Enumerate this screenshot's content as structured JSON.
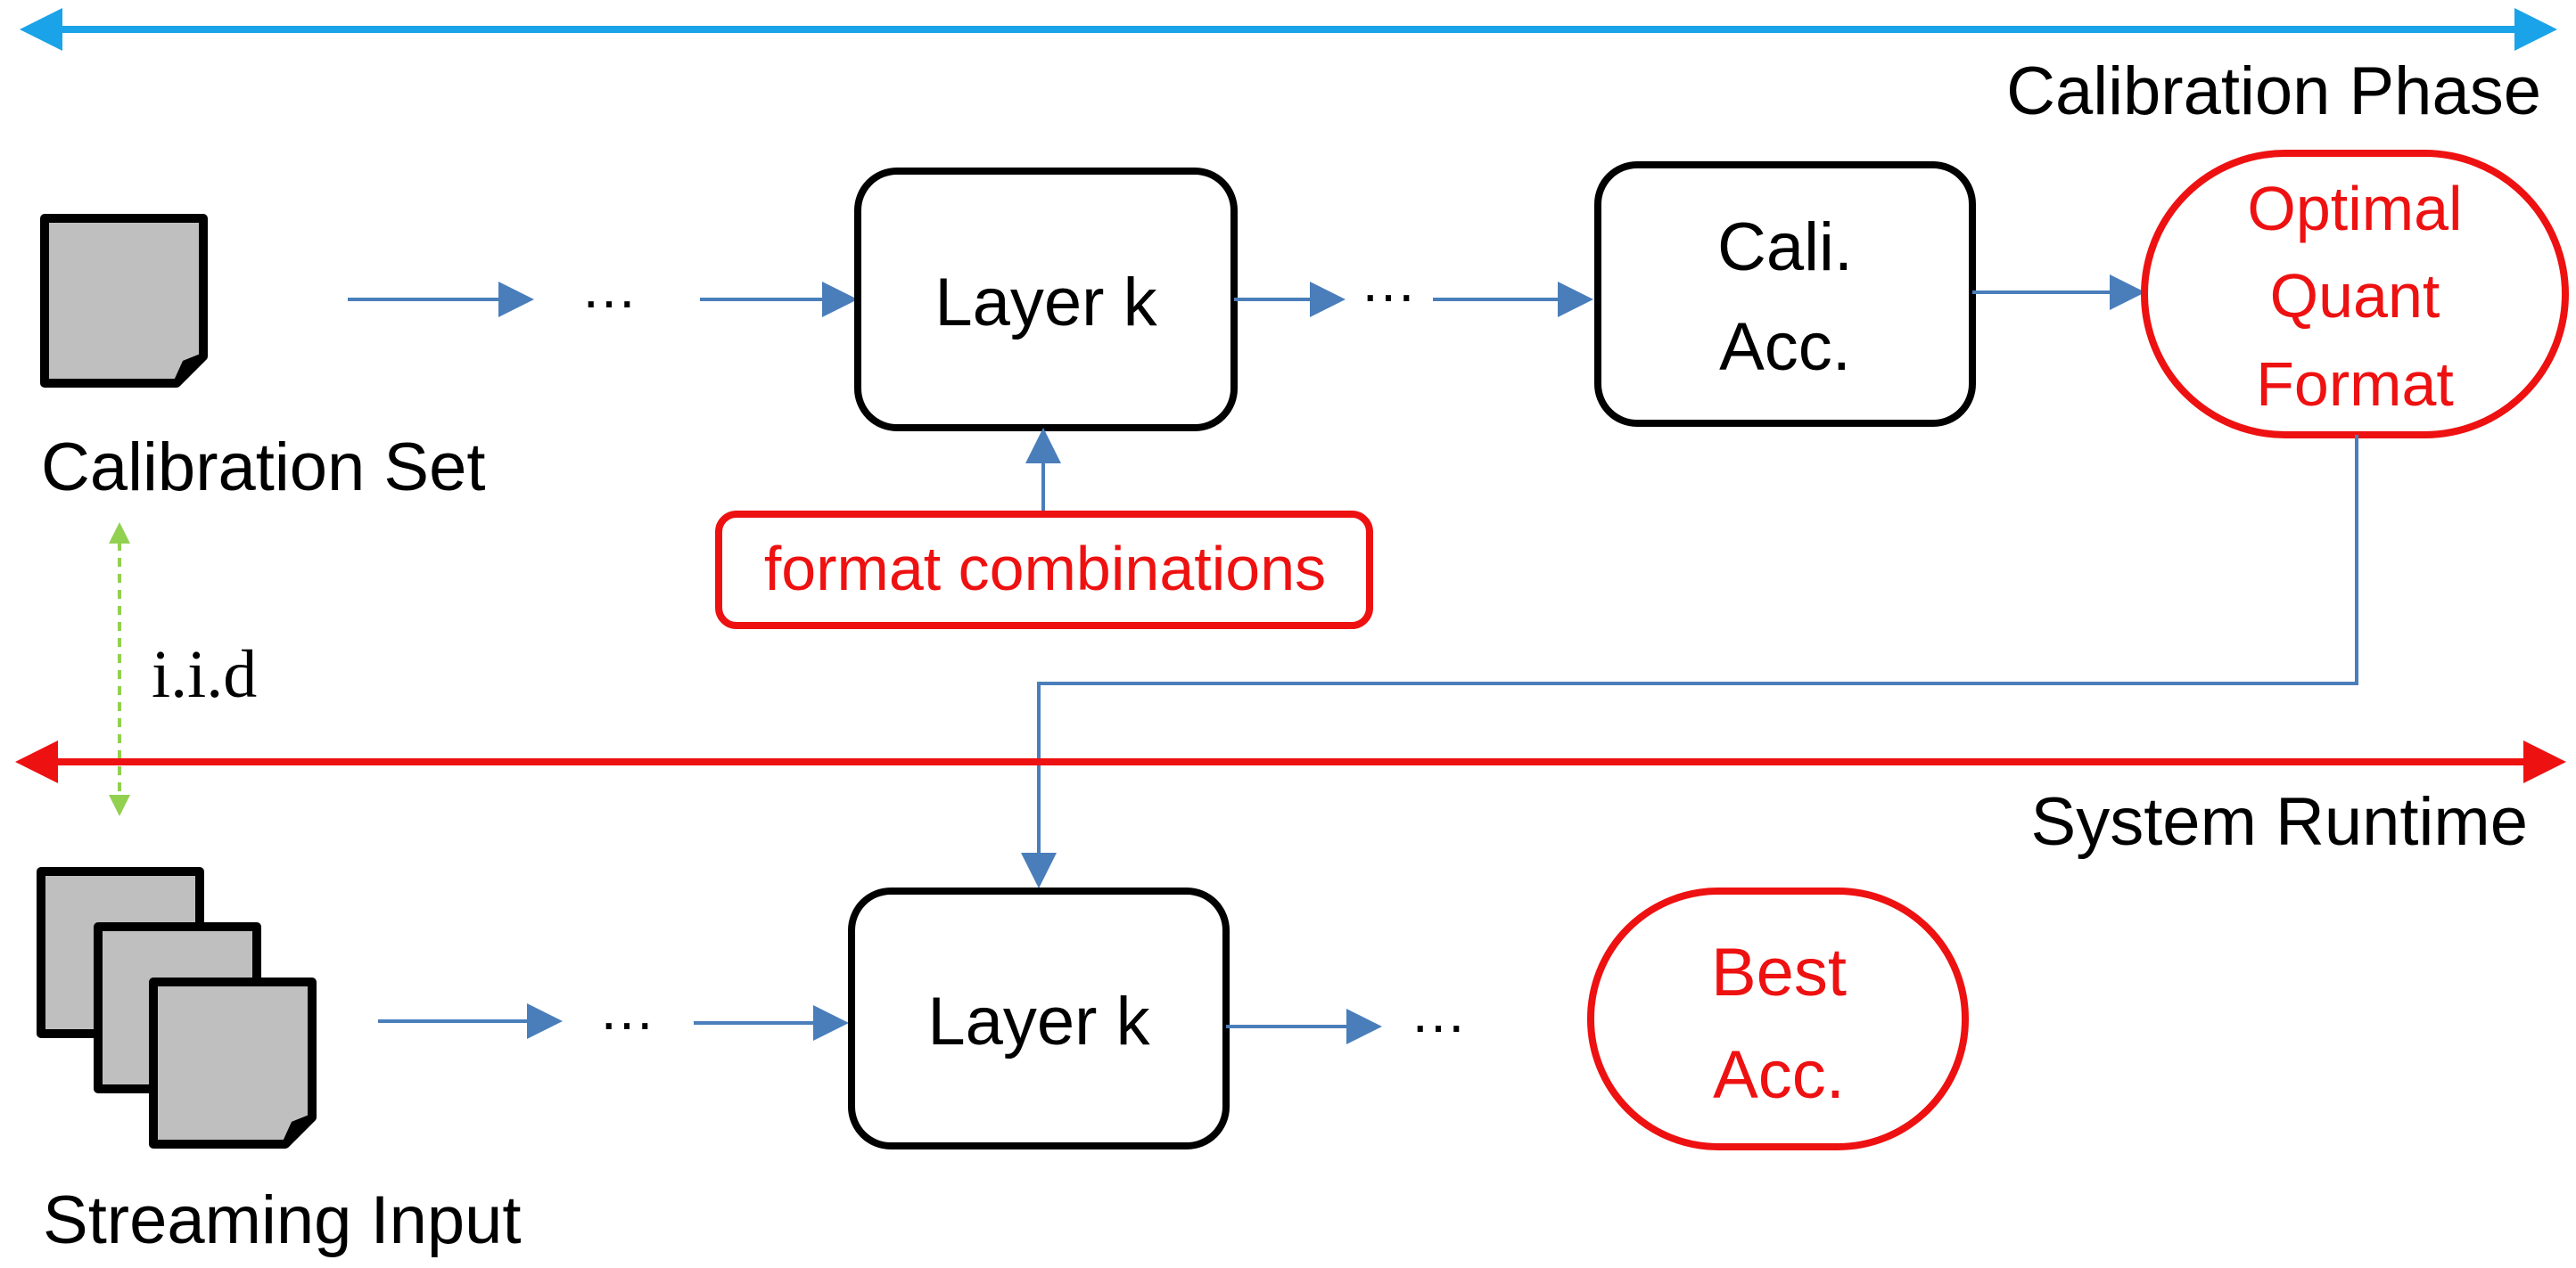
{
  "phases": {
    "calibration": "Calibration Phase",
    "runtime": "System Runtime"
  },
  "calibration_row": {
    "input_label": "Calibration Set",
    "ellipsis_1": "…",
    "layer_label": "Layer k",
    "ellipsis_2": "…",
    "cali_acc_line1": "Cali.",
    "cali_acc_line2": "Acc.",
    "optimal_line1": "Optimal",
    "optimal_line2": "Quant",
    "optimal_line3": "Format",
    "format_combinations": "format combinations"
  },
  "iid_label": "i.i.d",
  "runtime_row": {
    "input_label": "Streaming Input",
    "ellipsis_1": "…",
    "layer_label": "Layer k",
    "ellipsis_2": "…",
    "best_line1": "Best",
    "best_line2": "Acc."
  },
  "colors": {
    "calibration_arrow": "#1aa3e8",
    "runtime_arrow": "#ee1111",
    "flow_arrow": "#4a7ebb",
    "iid_arrow": "#92d050",
    "accent_red": "#ee1111",
    "doc_fill": "#bfbfbf"
  }
}
